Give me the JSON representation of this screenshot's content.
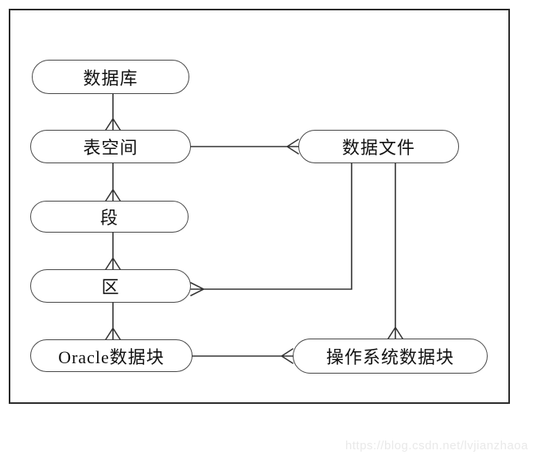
{
  "diagram": {
    "type": "er-diagram",
    "subject": "Oracle storage structure",
    "entities": [
      {
        "id": "database",
        "label": "数据库"
      },
      {
        "id": "tablespace",
        "label": "表空间"
      },
      {
        "id": "segment",
        "label": "段"
      },
      {
        "id": "extent",
        "label": "区"
      },
      {
        "id": "oracle-data-block",
        "label": "Oracle数据块"
      },
      {
        "id": "data-file",
        "label": "数据文件"
      },
      {
        "id": "os-data-block",
        "label": "操作系统数据块"
      }
    ],
    "relationships": [
      {
        "from": "database",
        "to": "tablespace",
        "crow_foot_at": "tablespace"
      },
      {
        "from": "tablespace",
        "to": "segment",
        "crow_foot_at": "segment"
      },
      {
        "from": "segment",
        "to": "extent",
        "crow_foot_at": "extent"
      },
      {
        "from": "extent",
        "to": "oracle-data-block",
        "crow_foot_at": "oracle-data-block"
      },
      {
        "from": "tablespace",
        "to": "data-file",
        "crow_foot_at": "data-file"
      },
      {
        "from": "data-file",
        "to": "extent",
        "crow_foot_at": "extent"
      },
      {
        "from": "data-file",
        "to": "os-data-block",
        "crow_foot_at": "os-data-block"
      },
      {
        "from": "oracle-data-block",
        "to": "os-data-block",
        "crow_foot_at": "os-data-block"
      }
    ],
    "colors": {
      "line": "#333333",
      "entity_border": "#474747",
      "entity_fill": "#ffffff",
      "outer_border": "#2a2a2a",
      "text": "#111111",
      "watermark": "#e9e9e9"
    }
  },
  "watermark": {
    "text": "https://blog.csdn.net/lvjianzhaoa"
  }
}
